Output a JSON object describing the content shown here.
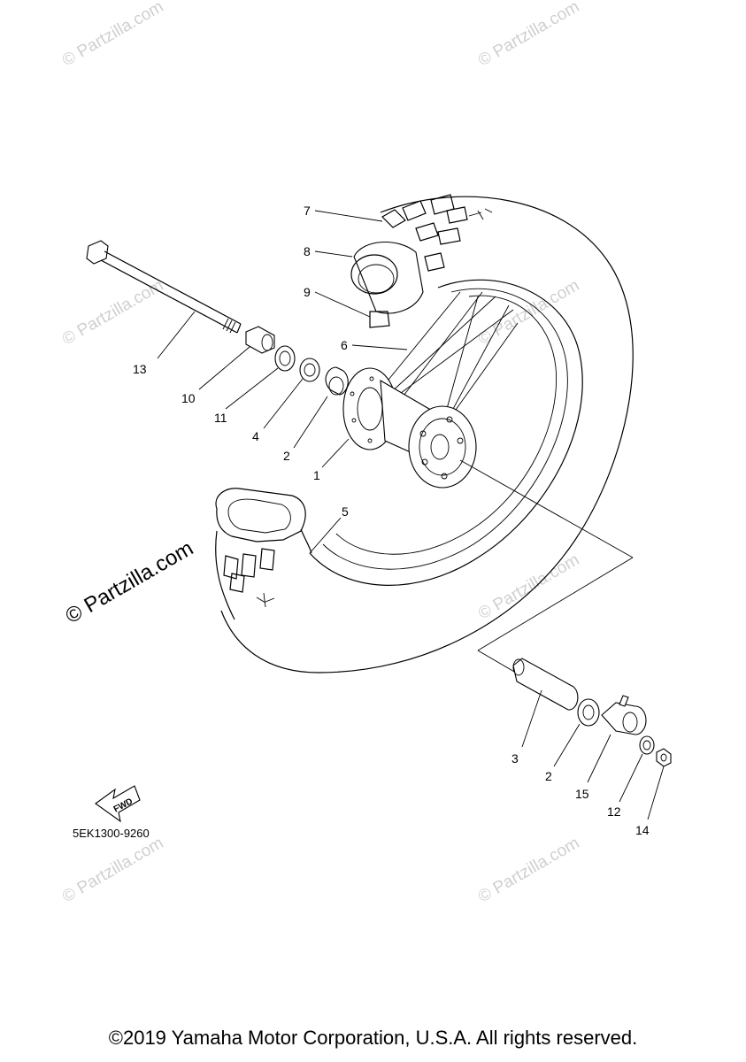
{
  "callouts": [
    "1",
    "2",
    "3",
    "4",
    "5",
    "6",
    "7",
    "8",
    "9",
    "10",
    "11",
    "2",
    "13",
    "12",
    "14",
    "15"
  ],
  "part_code": "5EK1300-9260",
  "fwd_label": "FWD",
  "watermark": "© Partzilla.com",
  "copyright": "©2019 Yamaha Motor Corporation, U.S.A. All rights reserved."
}
